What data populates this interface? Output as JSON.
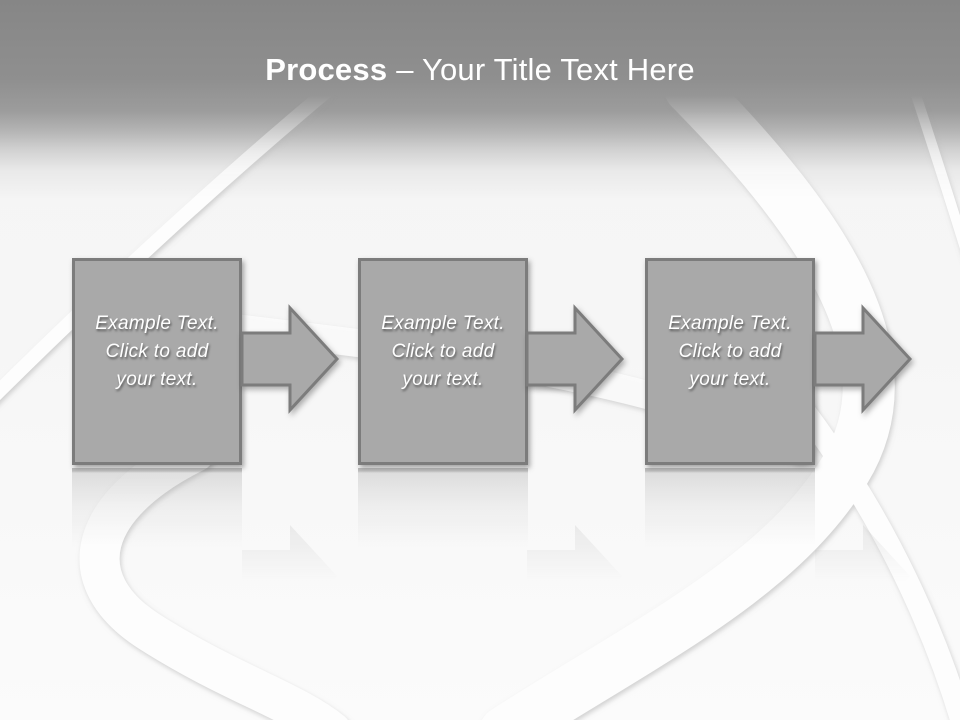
{
  "header": {
    "title_emphasis": "Process",
    "title_rest": "– Your Title Text Here"
  },
  "steps": [
    {
      "line1": "Example Text.",
      "line2": "Click to add",
      "line3": "your text."
    },
    {
      "line1": "Example Text.",
      "line2": "Click to add",
      "line3": "your text."
    },
    {
      "line1": "Example Text.",
      "line2": "Click to add",
      "line3": "your text."
    }
  ],
  "colors": {
    "header_gradient_top": "#868686",
    "header_gradient_bottom": "#f4f4f4",
    "body_background": "#f6f6f6",
    "shape_fill": "#a9a9a9",
    "shape_border": "#7c7c7c",
    "title_text": "#ffffff",
    "step_text": "#ffffff",
    "swirl_ribbon": "#fdfdfd"
  }
}
